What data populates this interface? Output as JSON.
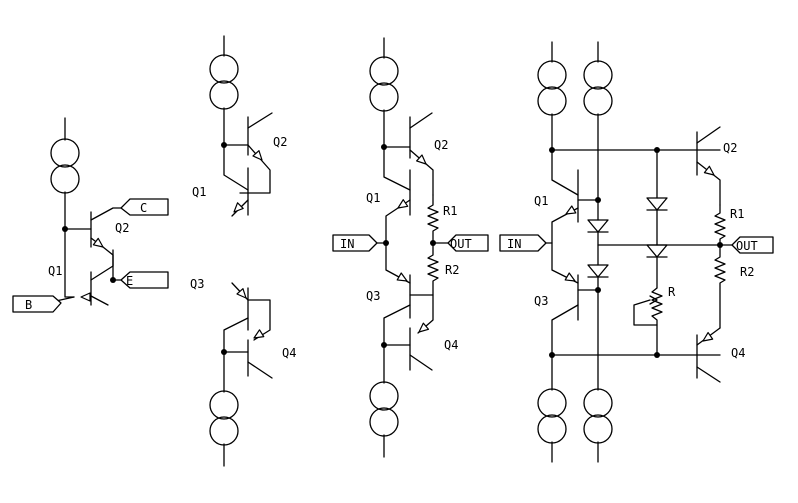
{
  "labels": {
    "q1": "Q1",
    "q2": "Q2",
    "q3": "Q3",
    "q4": "Q4",
    "r1": "R1",
    "r2": "R2",
    "r": "R",
    "b": "B",
    "c": "C",
    "e": "E",
    "in": "IN",
    "out": "OUT"
  }
}
